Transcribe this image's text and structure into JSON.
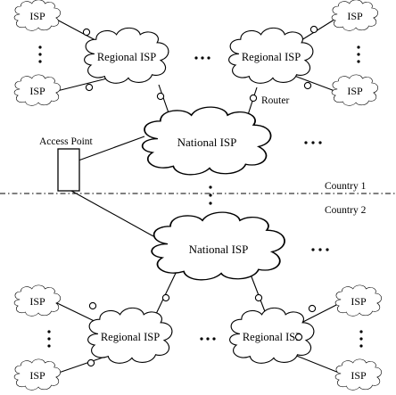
{
  "labels": {
    "isp": "ISP",
    "regional_isp": "Regional ISP",
    "national_isp": "National ISP",
    "access_point": "Access Point",
    "router": "Router",
    "country_1": "Country 1",
    "country_2": "Country 2"
  },
  "colors": {
    "line": "#000000",
    "background": "#ffffff"
  }
}
